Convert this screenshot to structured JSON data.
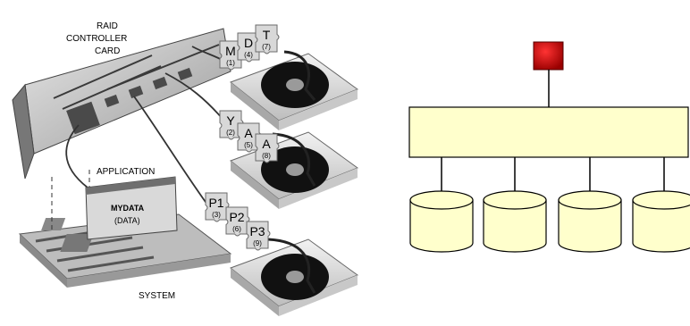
{
  "left_figure": {
    "card_label": [
      "RAID",
      "CONTROLLER",
      "CARD"
    ],
    "application_label": "APPLICATION",
    "app_window": {
      "title": "MYDATA",
      "subtitle": "(DATA)"
    },
    "system_label": "SYSTEM",
    "drives": [
      {
        "name": "drive-1",
        "blocks": [
          {
            "letter": "M",
            "order": "(1)"
          },
          {
            "letter": "D",
            "order": "(4)"
          },
          {
            "letter": "T",
            "order": "(7)"
          }
        ]
      },
      {
        "name": "drive-2",
        "blocks": [
          {
            "letter": "Y",
            "order": "(2)"
          },
          {
            "letter": "A",
            "order": "(5)"
          },
          {
            "letter": "A",
            "order": "(8)"
          }
        ]
      },
      {
        "name": "drive-3",
        "blocks": [
          {
            "letter": "P1",
            "order": "(3)"
          },
          {
            "letter": "P2",
            "order": "(6)"
          },
          {
            "letter": "P3",
            "order": "(9)"
          }
        ]
      }
    ]
  },
  "right_figure": {
    "colors": {
      "host": "#cc1111",
      "controller": "#ffffcc",
      "disk": "#ffffcc",
      "line": "#000000"
    },
    "disk_count": 4
  }
}
